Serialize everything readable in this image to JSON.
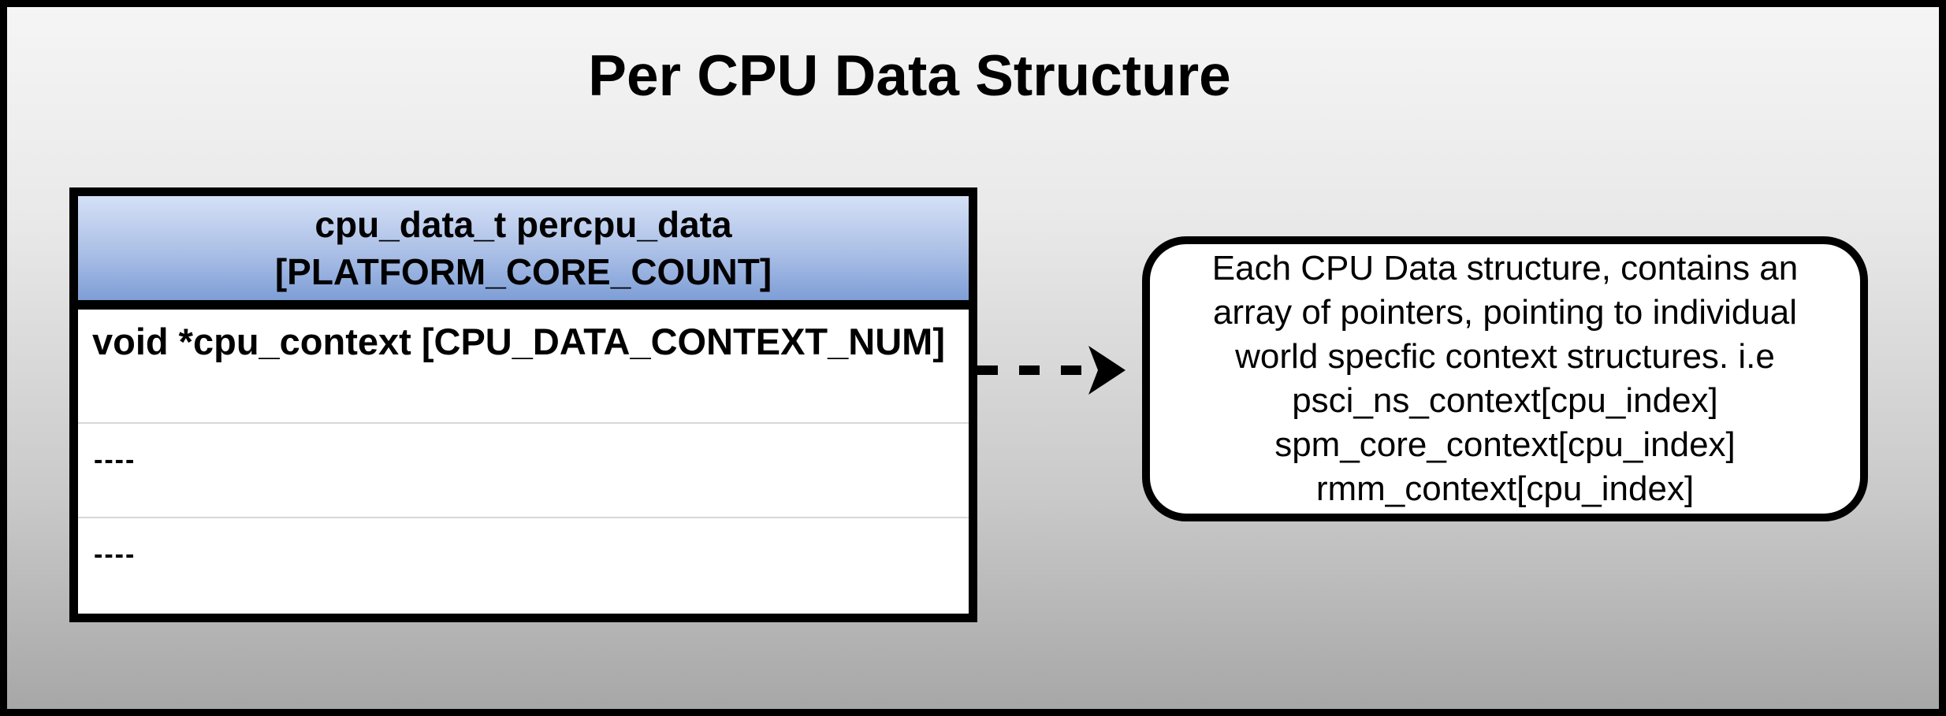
{
  "title": "Per CPU Data Structure",
  "table": {
    "header_line1": "cpu_data_t percpu_data",
    "header_line2": "[PLATFORM_CORE_COUNT]",
    "rows": [
      "void *cpu_context [CPU_DATA_CONTEXT_NUM]",
      "----",
      "----"
    ]
  },
  "callout": {
    "lines": [
      "Each CPU Data structure, contains an",
      "array of pointers, pointing to individual",
      "world specfic context structures. i.e",
      "psci_ns_context[cpu_index]",
      "spm_core_context[cpu_index]",
      "rmm_context[cpu_index]"
    ]
  },
  "arrow": {
    "style": "dashed",
    "direction": "right"
  },
  "colors": {
    "frame_border": "#000000",
    "background_top": "#f5f5f5",
    "background_bottom": "#a7a7a7",
    "header_gradient_top": "#d5e0f6",
    "header_gradient_bottom": "#7e9ed6",
    "table_background": "#ffffff",
    "row_separator": "#d8d8d8",
    "text": "#000000"
  }
}
